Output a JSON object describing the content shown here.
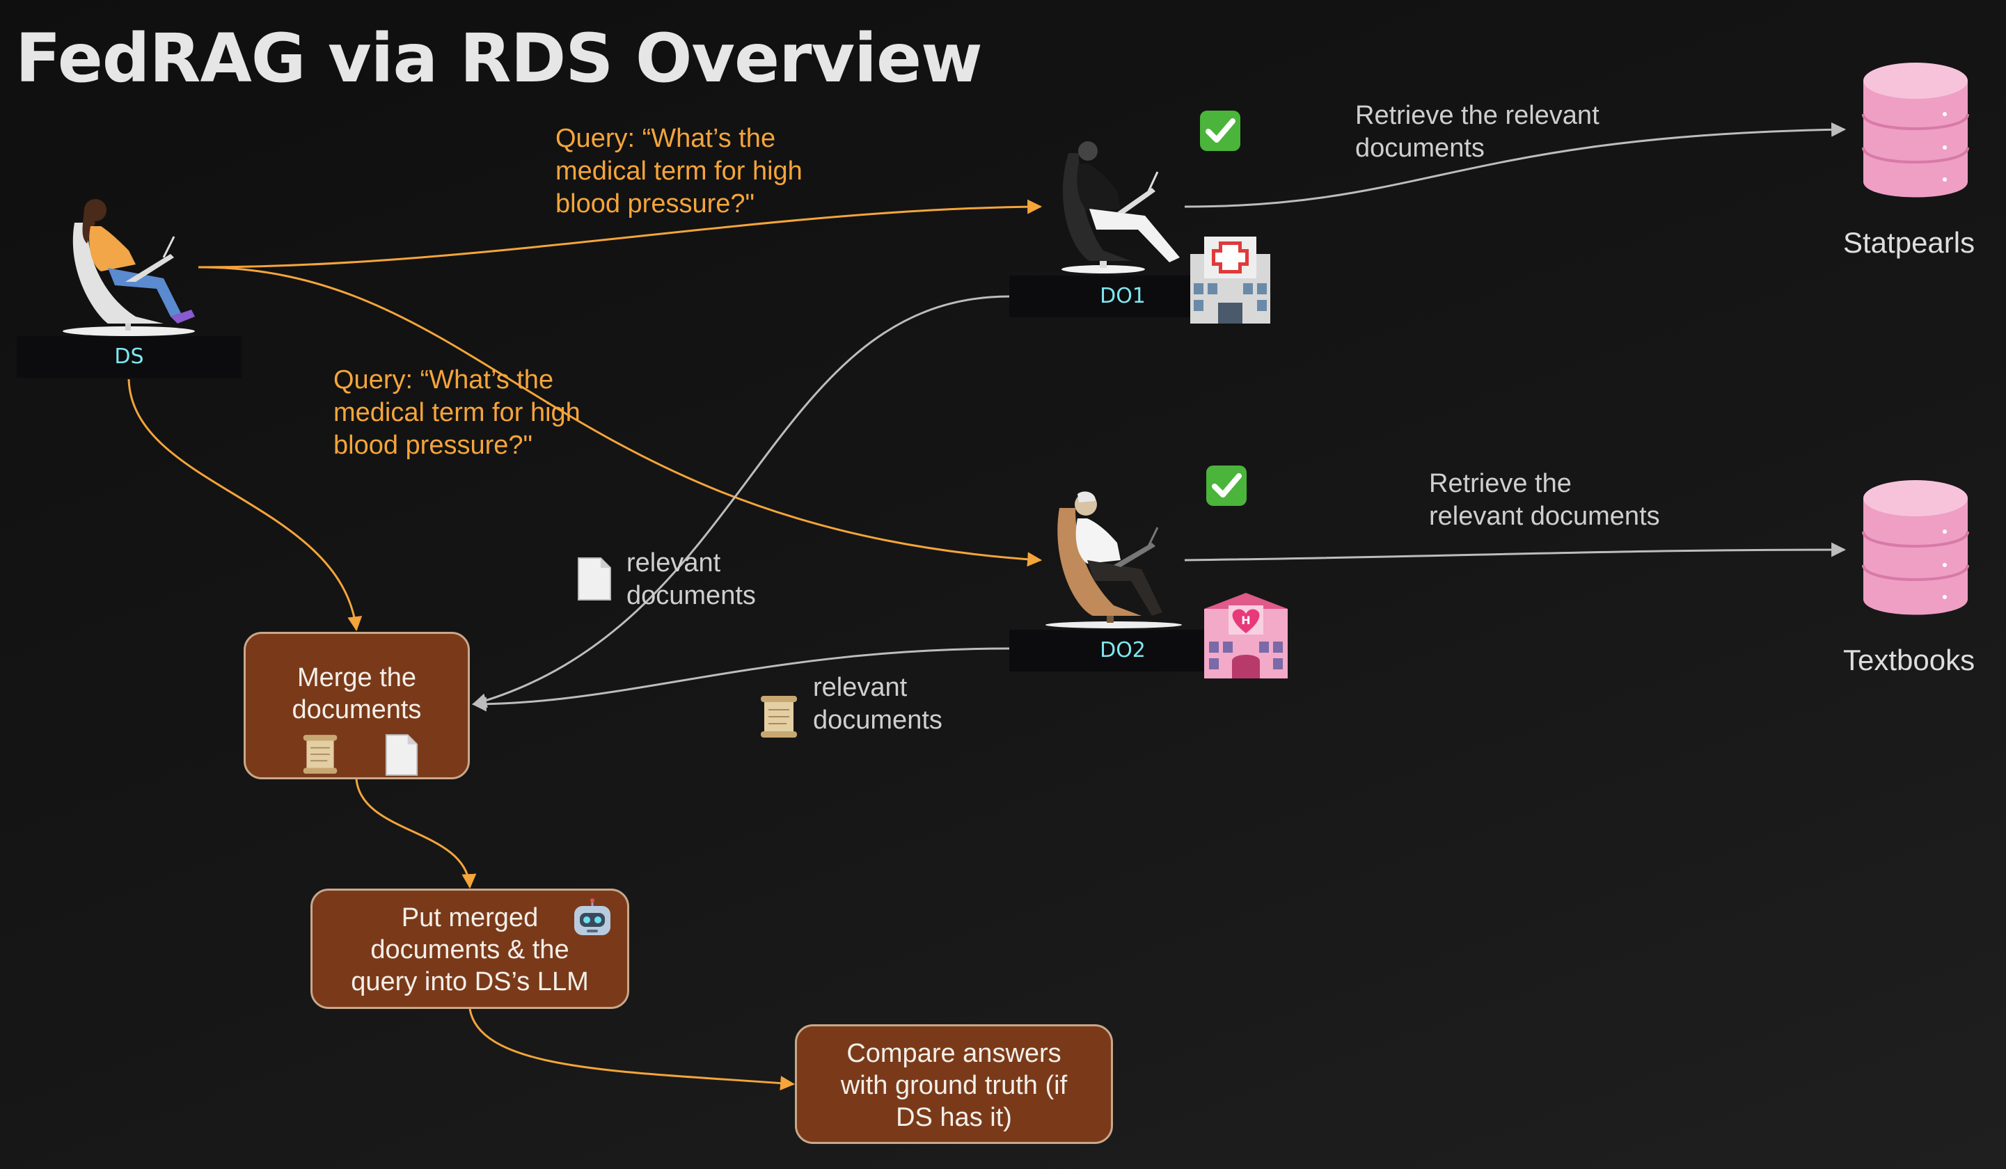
{
  "title": "FedRAG via RDS Overview",
  "actors": {
    "ds": "DS",
    "do1": "DO1",
    "do2": "DO2"
  },
  "queries": {
    "to_do1": [
      "Query: “What’s the",
      "medical term for high",
      "blood pressure?\""
    ],
    "to_do2": [
      "Query: “What’s the",
      "medical term for high",
      "blood pressure?\""
    ]
  },
  "retrieve": {
    "do1": [
      "Retrieve the relevant",
      "documents"
    ],
    "do2": [
      "Retrieve the",
      "relevant documents"
    ]
  },
  "relevant_docs": {
    "from_do1": [
      "relevant",
      "documents"
    ],
    "from_do2": [
      "relevant",
      "documents"
    ]
  },
  "databases": {
    "do1": "Statpearls",
    "do2": "Textbooks"
  },
  "steps": {
    "merge": [
      "Merge the",
      "documents"
    ],
    "llm": [
      "Put merged",
      "documents & the",
      "query into DS’s LLM"
    ],
    "compare": [
      "Compare answers",
      "with ground truth (if",
      "DS has it)"
    ]
  },
  "colors": {
    "query_arrow": "#f5a53a",
    "return_arrow": "#bdbdbd",
    "step_box": "#7a3a1a",
    "step_border": "#c8a88a",
    "label_text": "#7fe7ef",
    "database": "#ef9fc4"
  },
  "icons": [
    "woman-laptop-icon",
    "man-laptop-icon",
    "hospital-icon",
    "love-hotel-icon",
    "check-mark-icon",
    "page-icon",
    "scroll-icon",
    "robot-icon",
    "database-icon"
  ]
}
